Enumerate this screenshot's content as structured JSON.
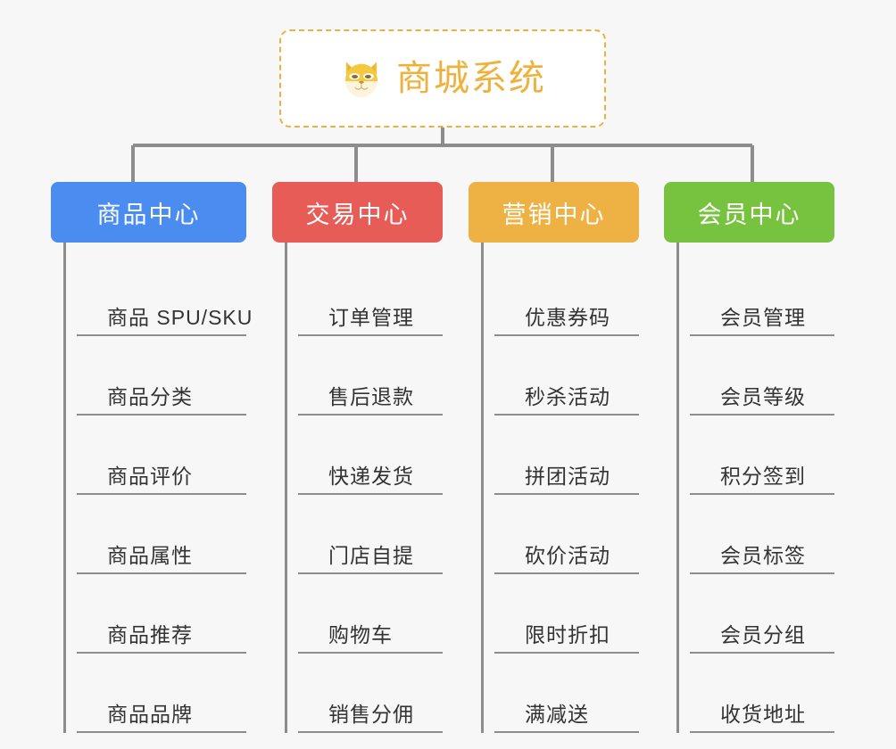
{
  "canvas": {
    "background": "#f7f7f7",
    "line_color": "#8d8d8d"
  },
  "root": {
    "title": "商城系统",
    "icon": "shiba-dog-face-icon",
    "text_color": "#eeb13c",
    "border_color": "#eab13f",
    "background": "#ffffff"
  },
  "categories": [
    {
      "label": "商品中心",
      "color": "#4a8cf0",
      "items": [
        "商品 SPU/SKU",
        "商品分类",
        "商品评价",
        "商品属性",
        "商品推荐",
        "商品品牌"
      ]
    },
    {
      "label": "交易中心",
      "color": "#e85c58",
      "items": [
        "订单管理",
        "售后退款",
        "快递发货",
        "门店自提",
        "购物车",
        "销售分佣"
      ]
    },
    {
      "label": "营销中心",
      "color": "#eeb244",
      "items": [
        "优惠券码",
        "秒杀活动",
        "拼团活动",
        "砍价活动",
        "限时折扣",
        "满减送"
      ]
    },
    {
      "label": "会员中心",
      "color": "#77c340",
      "items": [
        "会员管理",
        "会员等级",
        "积分签到",
        "会员标签",
        "会员分组",
        "收货地址"
      ]
    }
  ]
}
